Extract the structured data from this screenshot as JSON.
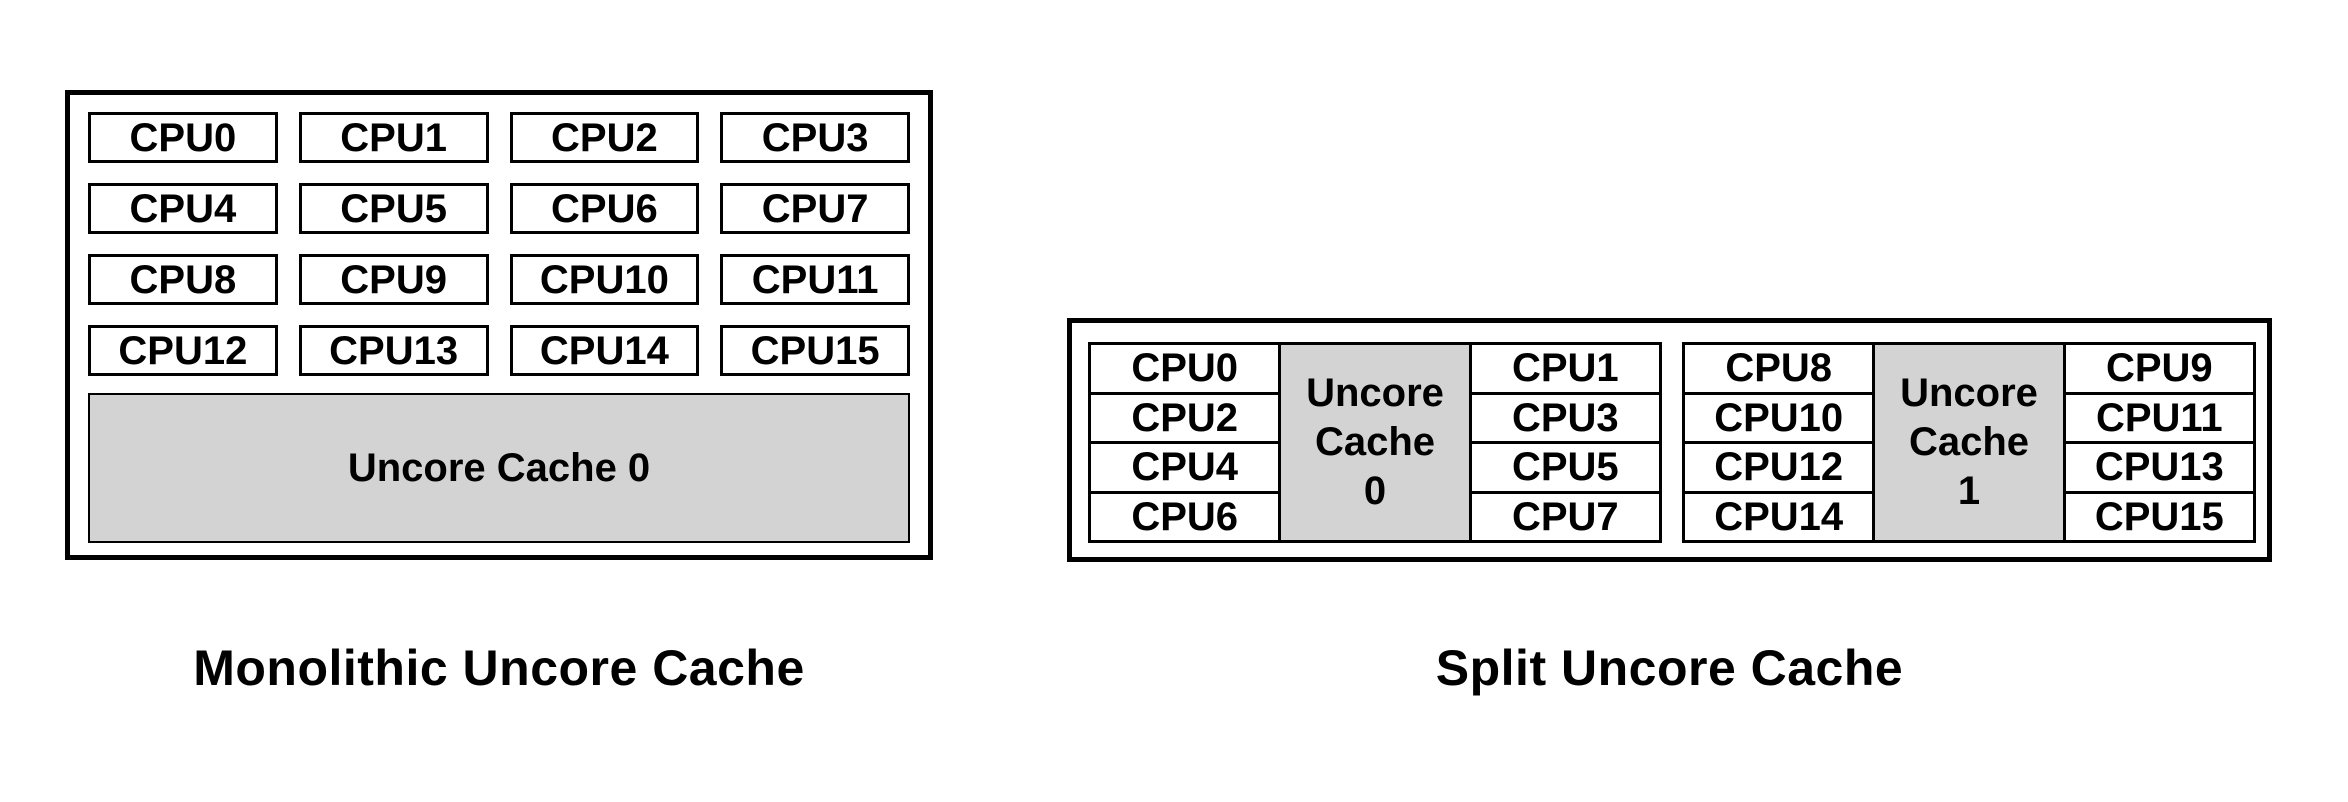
{
  "colors": {
    "cache_fill": "#d3d3d3",
    "border": "#000000",
    "background": "#ffffff"
  },
  "monolithic": {
    "caption": "Monolithic Uncore Cache",
    "cpus": [
      "CPU0",
      "CPU1",
      "CPU2",
      "CPU3",
      "CPU4",
      "CPU5",
      "CPU6",
      "CPU7",
      "CPU8",
      "CPU9",
      "CPU10",
      "CPU11",
      "CPU12",
      "CPU13",
      "CPU14",
      "CPU15"
    ],
    "cache_label": "Uncore Cache 0"
  },
  "split": {
    "caption": "Split Uncore Cache",
    "clusters": [
      {
        "left_cpus": [
          "CPU0",
          "CPU2",
          "CPU4",
          "CPU6"
        ],
        "cache_label": "Uncore\nCache\n0",
        "right_cpus": [
          "CPU1",
          "CPU3",
          "CPU5",
          "CPU7"
        ]
      },
      {
        "left_cpus": [
          "CPU8",
          "CPU10",
          "CPU12",
          "CPU14"
        ],
        "cache_label": "Uncore\nCache\n1",
        "right_cpus": [
          "CPU9",
          "CPU11",
          "CPU13",
          "CPU15"
        ]
      }
    ]
  }
}
